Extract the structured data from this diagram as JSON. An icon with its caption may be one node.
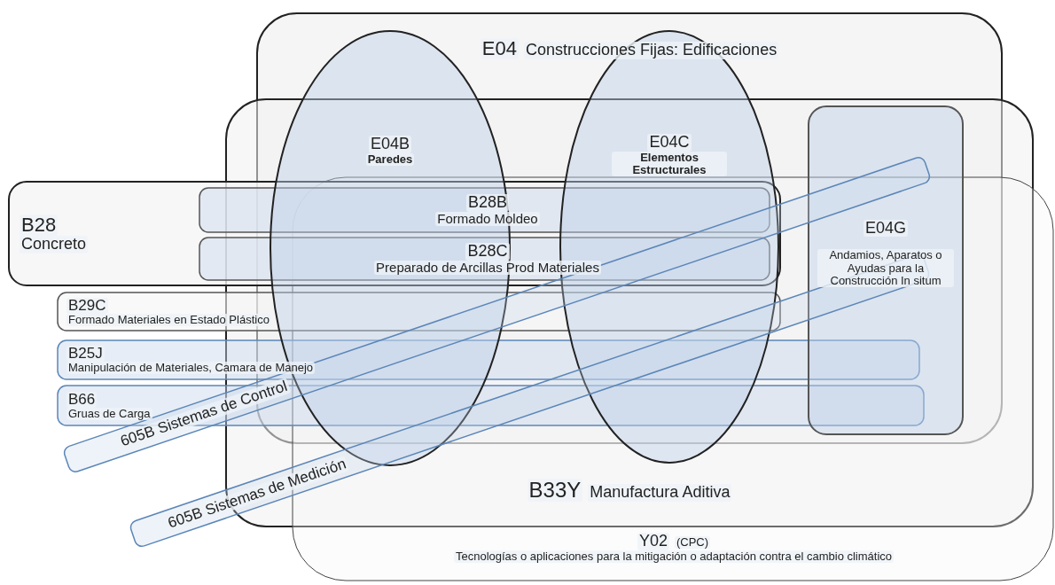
{
  "diagram": {
    "nodes": [
      {
        "text": [
          "E04",
          "Construcciones Fijas: Edificaciones"
        ]
      },
      {
        "text": [
          "B33Y",
          "Manufactura Aditiva"
        ]
      },
      {
        "text": [
          "Y02",
          "(CPC)",
          "Tecnologías o aplicaciones para la mitigación o adaptación contra el cambio climático"
        ]
      },
      {
        "text": [
          "E04B",
          "Paredes"
        ]
      },
      {
        "text": [
          "E04C",
          "Elementos Estructurales"
        ]
      },
      {
        "text": [
          "E04G",
          "Andamios, Aparatos o Ayudas para la Construcción In situm"
        ]
      },
      {
        "text": [
          "B28",
          "Concreto"
        ]
      },
      {
        "text": [
          "B28B",
          "Formado Moldeo"
        ]
      },
      {
        "text": [
          "B28C",
          "Preparado de Arcillas Prod Materiales"
        ]
      },
      {
        "text": [
          "B29C",
          "Formado Materiales en Estado Plástico"
        ]
      },
      {
        "text": [
          "B25J",
          "Manipulación de Materiales, Camara de Manejo"
        ]
      },
      {
        "text": [
          "B66",
          "Gruas de Carga"
        ]
      },
      {
        "text": [
          "605B Sistemas de Control"
        ]
      },
      {
        "text": [
          "605B Sistemas de Medición"
        ]
      }
    ],
    "edges": []
  }
}
